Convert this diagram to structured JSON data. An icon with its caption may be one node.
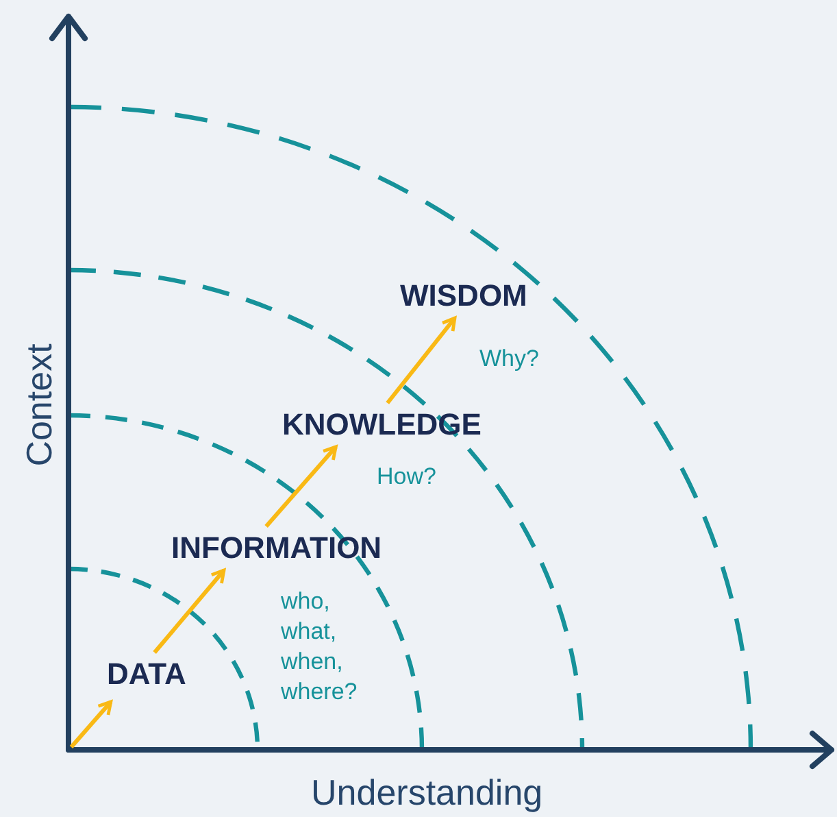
{
  "diagram": {
    "nodes": [
      {
        "text": [
          "DATA"
        ]
      },
      {
        "text": [
          "INFORMATION"
        ],
        "beside": [
          "who, what, when, where?"
        ]
      },
      {
        "text": [
          "KNOWLEDGE"
        ],
        "beside": [
          "How?"
        ]
      },
      {
        "text": [
          "WISDOM"
        ],
        "beside": [
          "Why?"
        ]
      }
    ],
    "edges": [
      {
        "from": null,
        "to": 0,
        "arrow": "to"
      },
      {
        "from": 0,
        "to": 1,
        "arrow": "to"
      },
      {
        "from": 1,
        "to": 2,
        "arrow": "to"
      },
      {
        "from": 2,
        "to": 3,
        "arrow": "to"
      }
    ],
    "labels": [
      "Context",
      "Understanding"
    ]
  }
}
